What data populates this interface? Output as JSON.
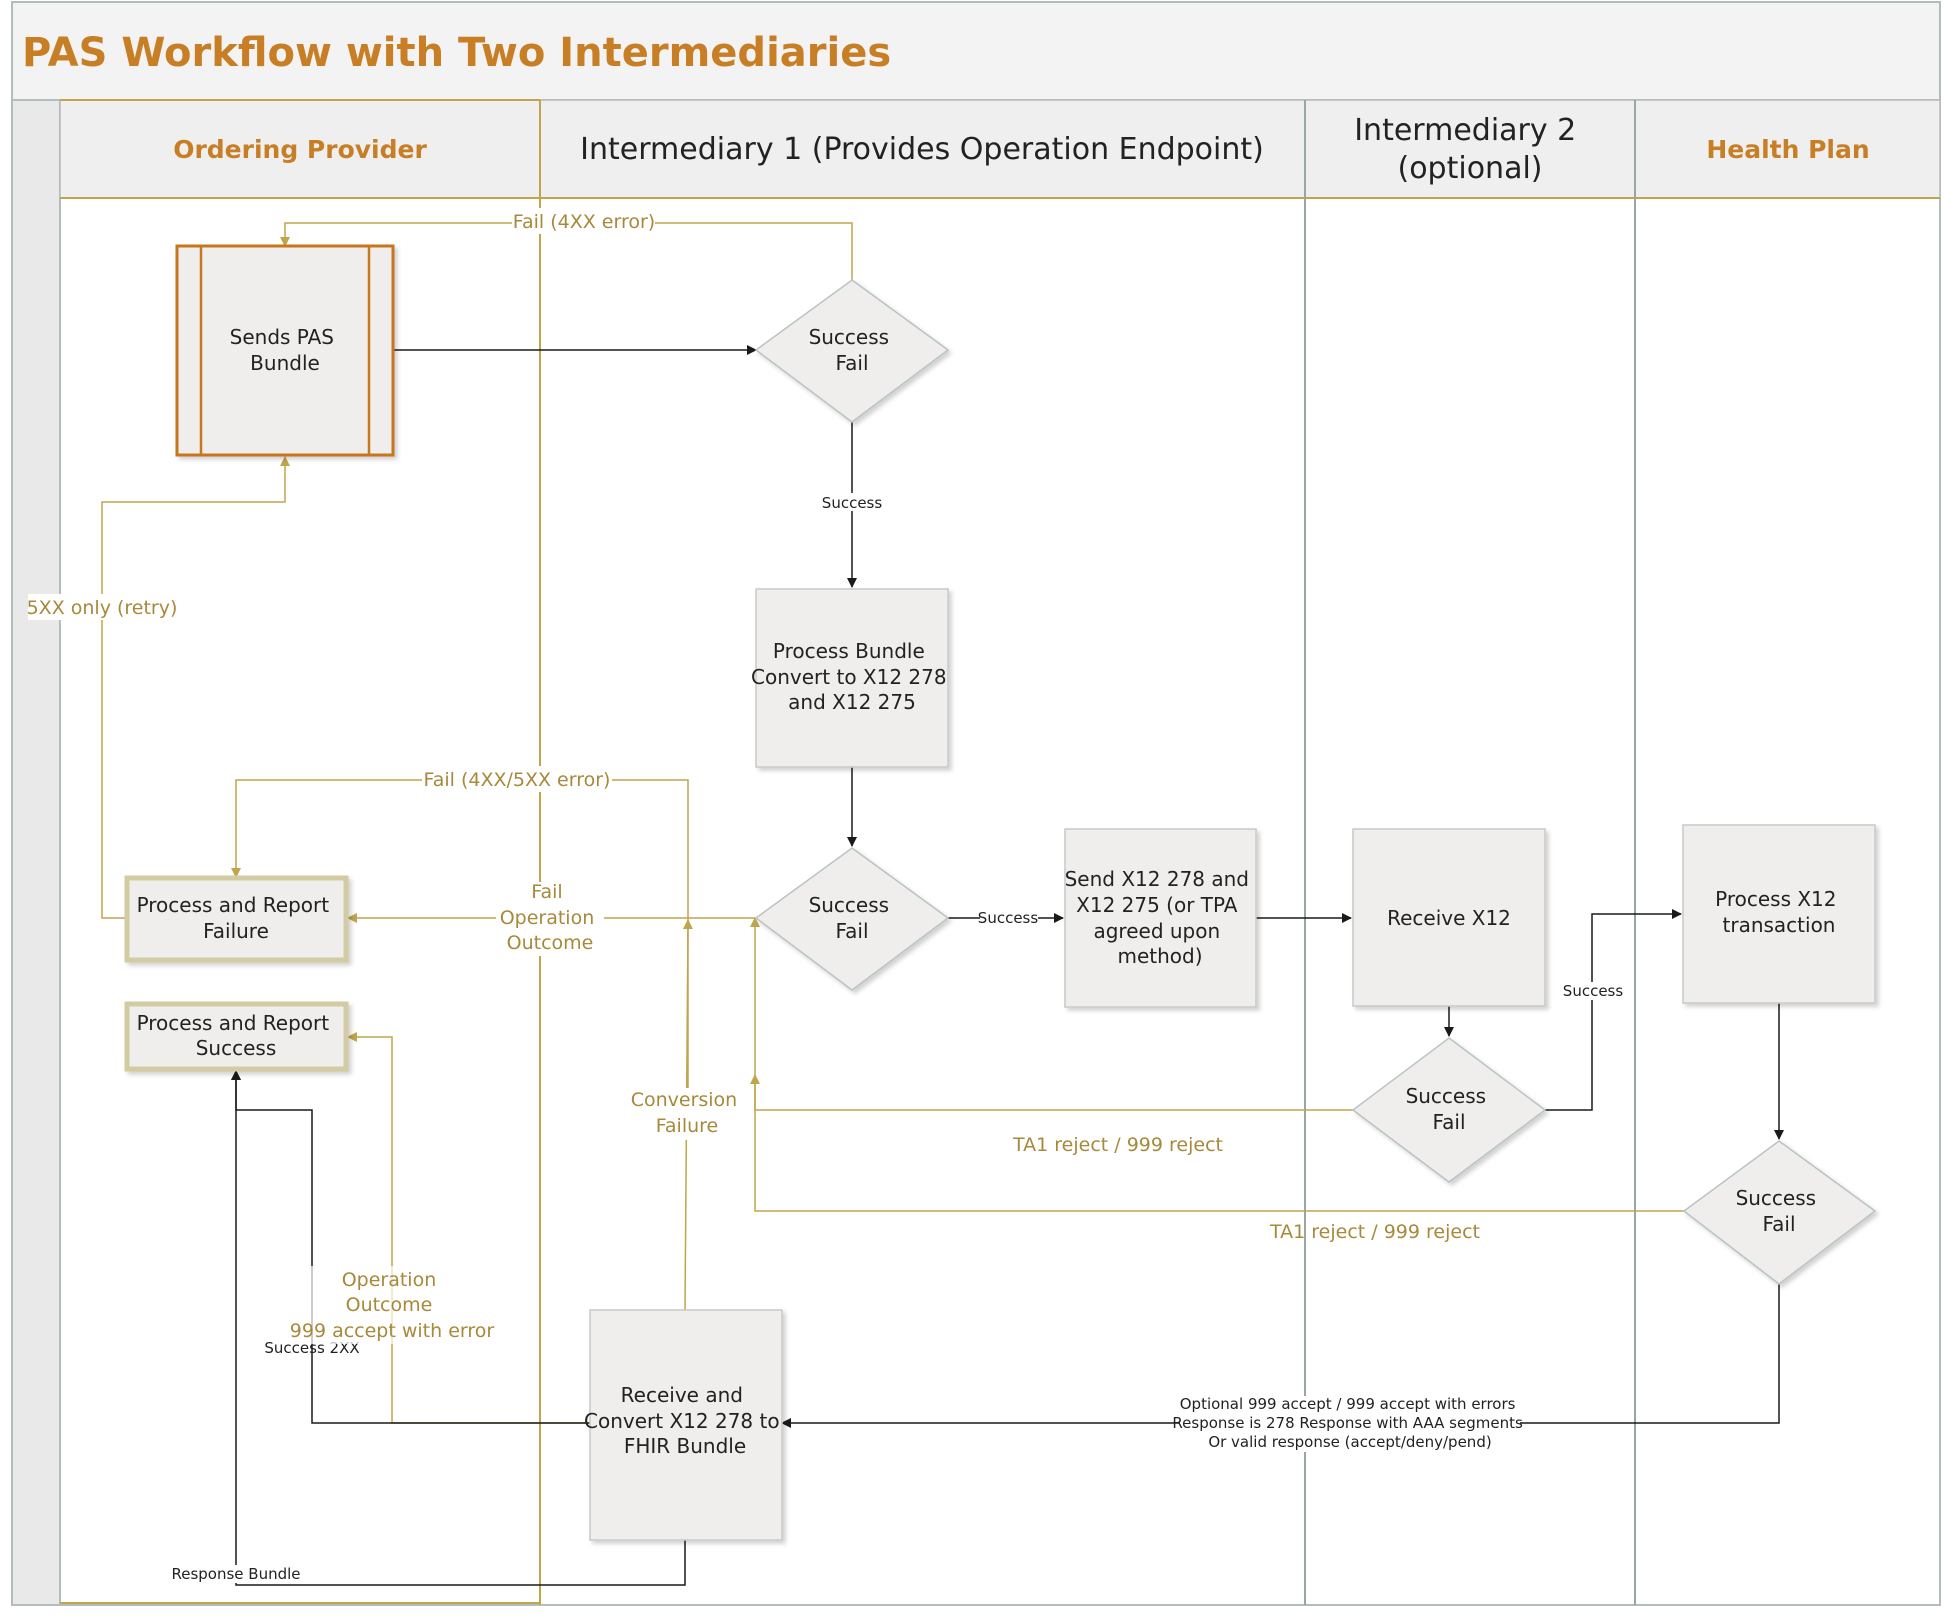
{
  "title": "PAS Workflow with Two Intermediaries",
  "lanes": [
    {
      "label": "Ordering Provider",
      "accent": true
    },
    {
      "label": "Intermediary 1 (Provides Operation Endpoint)",
      "accent": false
    },
    {
      "label": [
        "Intermediary 2",
        "(optional)"
      ],
      "accent": false
    },
    {
      "label": "Health Plan",
      "accent": true
    }
  ],
  "nodes": {
    "sends_pas_bundle": [
      "Sends PAS",
      "Bundle"
    ],
    "decision_1": [
      "Success",
      "Fail"
    ],
    "process_bundle": [
      "Process Bundle",
      "Convert to X12 278",
      "and X12 275"
    ],
    "decision_2": [
      "Success",
      "Fail"
    ],
    "send_x12": [
      "Send X12 278 and",
      "X12 275 (or TPA",
      "agreed upon",
      "method)"
    ],
    "receive_x12": [
      "Receive X12"
    ],
    "process_x12": [
      "Process X12",
      "transaction"
    ],
    "decision_3": [
      "Success",
      "Fail"
    ],
    "decision_4": [
      "Success",
      "Fail"
    ],
    "report_failure": [
      "Process and Report",
      "Failure"
    ],
    "report_success": [
      "Process and Report",
      "Success"
    ],
    "receive_convert": [
      "Receive and",
      "Convert X12 278 to",
      "FHIR Bundle"
    ]
  },
  "edge_labels": {
    "fail_4xx": "Fail (4XX error)",
    "success_down": "Success",
    "retry_5xx": "5XX only (retry)",
    "fail_4xx_5xx": "Fail (4XX/5XX error)",
    "fail_outcome": [
      "Fail",
      "Operation",
      "Outcome"
    ],
    "success_right": "Success",
    "success_up": "Success",
    "conversion_failure": [
      "Conversion",
      "Failure"
    ],
    "ta1_reject_1": "TA1 reject / 999 reject",
    "ta1_reject_2": "TA1 reject / 999 reject",
    "operation_outcome": [
      "Operation",
      "Outcome",
      "999 accept with error"
    ],
    "success_2xx": "Success 2XX",
    "response_bundle": "Response Bundle",
    "response_lines": [
      "Optional 999 accept / 999 accept with errors",
      "Response is 278 Response with AAA segments",
      "Or valid response (accept/deny/pend)"
    ]
  },
  "colors": {
    "title": "#c87e24",
    "gold": "#c0a54b",
    "gold_text": "#a8893a",
    "box_fill": "#efeeed",
    "box_stroke": "#c8c8c6",
    "lane_line": "#9aa5a5",
    "black": "#1a1a1a",
    "orange_box": "#c8761f"
  }
}
